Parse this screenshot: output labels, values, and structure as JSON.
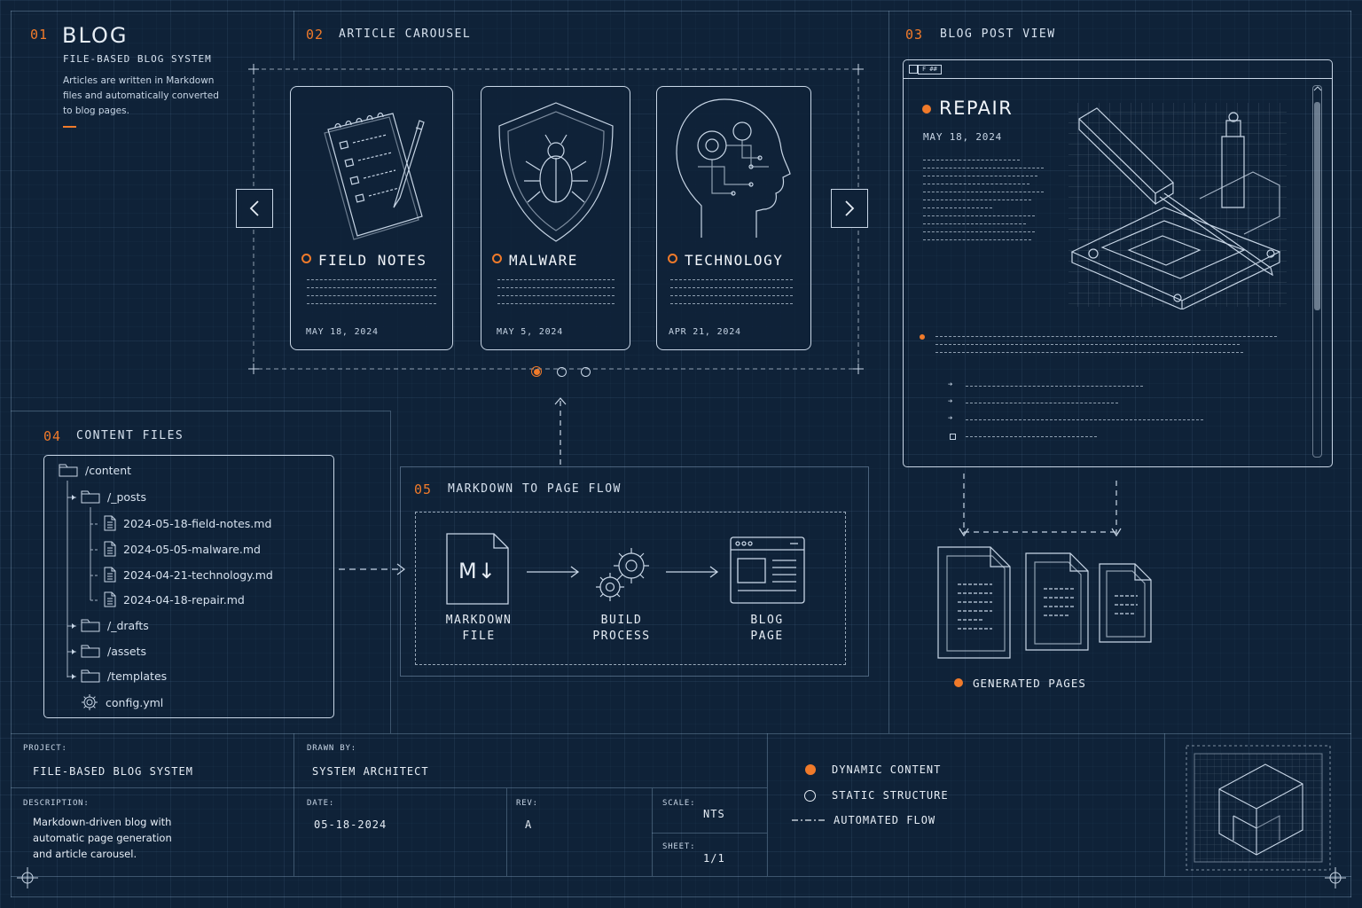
{
  "colors": {
    "background": "#0f2238",
    "accent": "#f07a2a",
    "line": "#c8d6e6"
  },
  "sections": {
    "blog": {
      "num": "01",
      "title": "BLOG",
      "subtitle": "FILE-BASED BLOG SYSTEM",
      "description": [
        "Articles are written in Markdown",
        "files and automatically converted",
        "to blog pages."
      ]
    },
    "carousel": {
      "num": "02",
      "title": "ARTICLE CAROUSEL",
      "cards": [
        {
          "title": "FIELD NOTES",
          "date": "MAY 18, 2024",
          "icon": "notepad-icon"
        },
        {
          "title": "MALWARE",
          "date": "MAY 5, 2024",
          "icon": "shield-bug-icon"
        },
        {
          "title": "TECHNOLOGY",
          "date": "APR 21, 2024",
          "icon": "head-circuit-icon"
        }
      ],
      "active_page": 1,
      "page_count": 3
    },
    "post_view": {
      "num": "03",
      "title": "BLOG POST VIEW",
      "post_title": "REPAIR",
      "post_date": "MAY 18, 2024",
      "window_tab": "F ##"
    },
    "content_files": {
      "num": "04",
      "title": "CONTENT FILES",
      "tree": [
        {
          "name": "/content",
          "type": "folder"
        },
        {
          "name": "/_posts",
          "type": "folder"
        },
        {
          "name": "2024-05-18-field-notes.md",
          "type": "file"
        },
        {
          "name": "2024-05-05-malware.md",
          "type": "file"
        },
        {
          "name": "2024-04-21-technology.md",
          "type": "file"
        },
        {
          "name": "2024-04-18-repair.md",
          "type": "file"
        },
        {
          "name": "/_drafts",
          "type": "folder"
        },
        {
          "name": "/assets",
          "type": "folder"
        },
        {
          "name": "/templates",
          "type": "folder"
        },
        {
          "name": "config.yml",
          "type": "config"
        }
      ]
    },
    "flow": {
      "num": "05",
      "title": "MARKDOWN TO PAGE FLOW",
      "steps": [
        {
          "line1": "MARKDOWN",
          "line2": "FILE"
        },
        {
          "line1": "BUILD",
          "line2": "PROCESS"
        },
        {
          "line1": "BLOG",
          "line2": "PAGE"
        }
      ],
      "md_glyph": "M↓"
    },
    "generated": {
      "label": "GENERATED PAGES"
    }
  },
  "title_block": {
    "project_label": "PROJECT:",
    "project": "FILE-BASED BLOG SYSTEM",
    "drawn_by_label": "DRAWN BY:",
    "drawn_by": "SYSTEM ARCHITECT",
    "description_label": "DESCRIPTION:",
    "description": [
      "Markdown-driven blog with",
      "automatic page generation",
      "and article carousel."
    ],
    "date_label": "DATE:",
    "date": "05-18-2024",
    "rev_label": "REV:",
    "rev": "A",
    "scale_label": "SCALE:",
    "scale": "NTS",
    "sheet_label": "SHEET:",
    "sheet": "1/1"
  },
  "legend": {
    "dynamic": "DYNAMIC CONTENT",
    "static": "STATIC STRUCTURE",
    "flow": "AUTOMATED FLOW"
  }
}
